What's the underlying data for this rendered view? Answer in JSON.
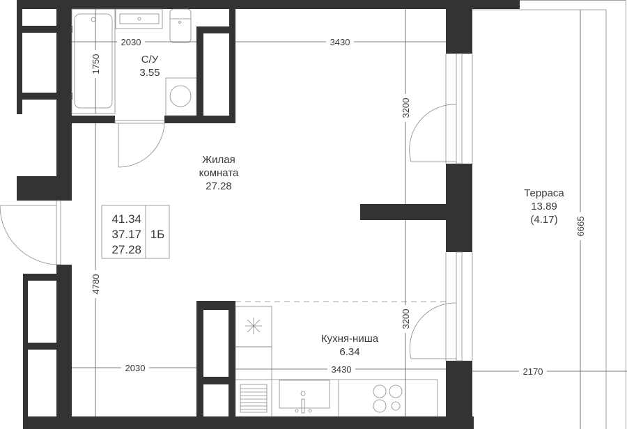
{
  "rooms": {
    "bathroom": {
      "name": "С/У",
      "area": "3.55"
    },
    "living": {
      "name_line1": "Жилая",
      "name_line2": "комната",
      "area": "27.28"
    },
    "kitchen": {
      "name": "Кухня-ниша",
      "area": "6.34"
    },
    "terrace": {
      "name": "Терраса",
      "area": "13.89",
      "area_reduced": "(4.17)"
    }
  },
  "info_box": {
    "total": "41.34",
    "living_total": "37.17",
    "living": "27.28",
    "type": "1Б"
  },
  "dimensions": {
    "bath_width": "2030",
    "room_top_width": "3430",
    "bath_length": "1750",
    "upper_window_height": "3200",
    "lower_window_height": "3200",
    "left_height": "4780",
    "bottom_left_width": "2030",
    "kitchen_width": "3430",
    "terrace_width": "2170",
    "terrace_height": "6665"
  },
  "colors": {
    "wall": "#333333",
    "line": "#555555"
  }
}
